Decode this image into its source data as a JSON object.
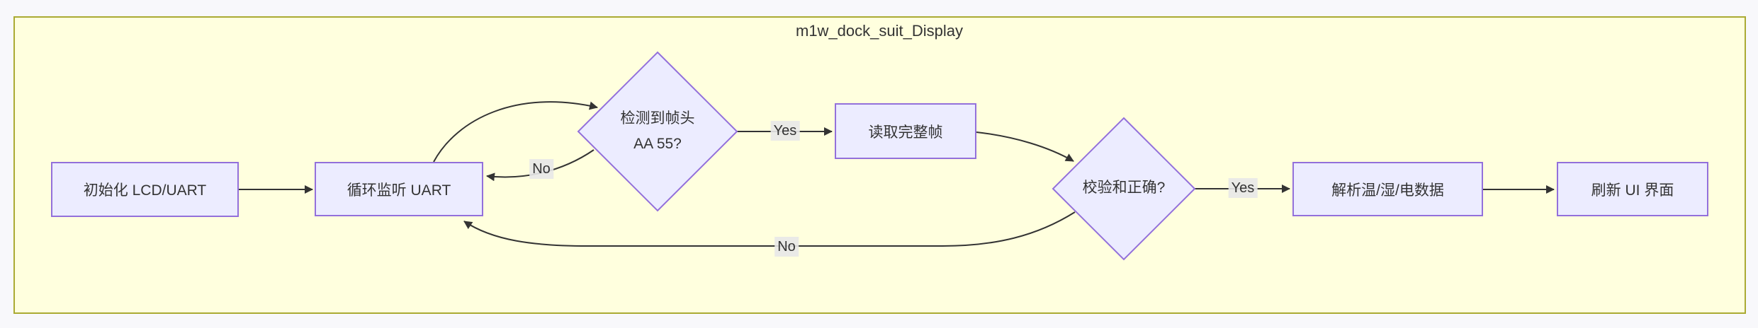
{
  "diagram": {
    "title": "m1w_dock_suit_Display",
    "type": "flowchart",
    "colors": {
      "page_background": "#f8f8fb",
      "cluster_fill": "#ffffde",
      "cluster_border": "#aaaa33",
      "node_fill": "#ECECFF",
      "node_border": "#9370DB",
      "edge_stroke": "#333333",
      "edge_label_background": "#e8e8e8",
      "text": "#333333"
    },
    "nodes": {
      "init": {
        "label": "初始化 LCD/UART",
        "shape": "rect"
      },
      "listen": {
        "label": "循环监听 UART",
        "shape": "rect"
      },
      "detect": {
        "label_line1": "检测到帧头",
        "label_line2": "AA 55?",
        "shape": "diamond"
      },
      "read": {
        "label": "读取完整帧",
        "shape": "rect"
      },
      "checksum": {
        "label": "校验和正确?",
        "shape": "diamond"
      },
      "parse": {
        "label": "解析温/湿/电数据",
        "shape": "rect"
      },
      "refresh": {
        "label": "刷新 UI 界面",
        "shape": "rect"
      }
    },
    "edges": [
      {
        "from": "init",
        "to": "listen",
        "label": ""
      },
      {
        "from": "listen",
        "to": "detect",
        "label": ""
      },
      {
        "from": "detect",
        "to": "read",
        "label": "Yes"
      },
      {
        "from": "detect",
        "to": "listen",
        "label": "No"
      },
      {
        "from": "read",
        "to": "checksum",
        "label": ""
      },
      {
        "from": "checksum",
        "to": "parse",
        "label": "Yes"
      },
      {
        "from": "checksum",
        "to": "listen",
        "label": "No"
      },
      {
        "from": "parse",
        "to": "refresh",
        "label": ""
      }
    ],
    "edge_labels": {
      "detect_yes": "Yes",
      "detect_no": "No",
      "checksum_yes": "Yes",
      "checksum_no": "No"
    }
  }
}
